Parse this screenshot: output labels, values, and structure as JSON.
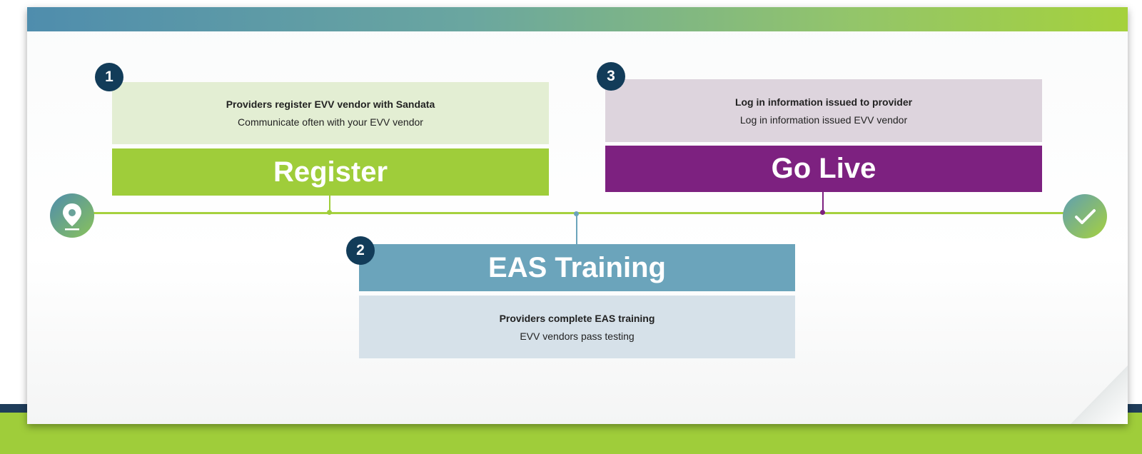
{
  "steps": [
    {
      "number": "1",
      "title": "Register",
      "line1": "Providers register EVV vendor with Sandata",
      "line2": "Communicate often with your EVV vendor",
      "title_color": "#9fcd3a",
      "info_color": "#e3eed3"
    },
    {
      "number": "2",
      "title": "EAS Training",
      "line1": "Providers complete EAS training",
      "line2": "EVV vendors pass testing",
      "title_color": "#6ba4bb",
      "info_color": "#d6e1e9"
    },
    {
      "number": "3",
      "title": "Go Live",
      "line1": "Log in information issued to provider",
      "line2": "Log in information issued EVV vendor",
      "title_color": "#7d2180",
      "info_color": "#ddd4dd"
    }
  ],
  "icons": {
    "start": "location-pin-icon",
    "end": "checkmark-icon"
  },
  "colors": {
    "timeline": "#a6d13e",
    "badge": "#123c59",
    "bottom_navy": "#1f3d5a",
    "bottom_green": "#9fcd3a"
  }
}
